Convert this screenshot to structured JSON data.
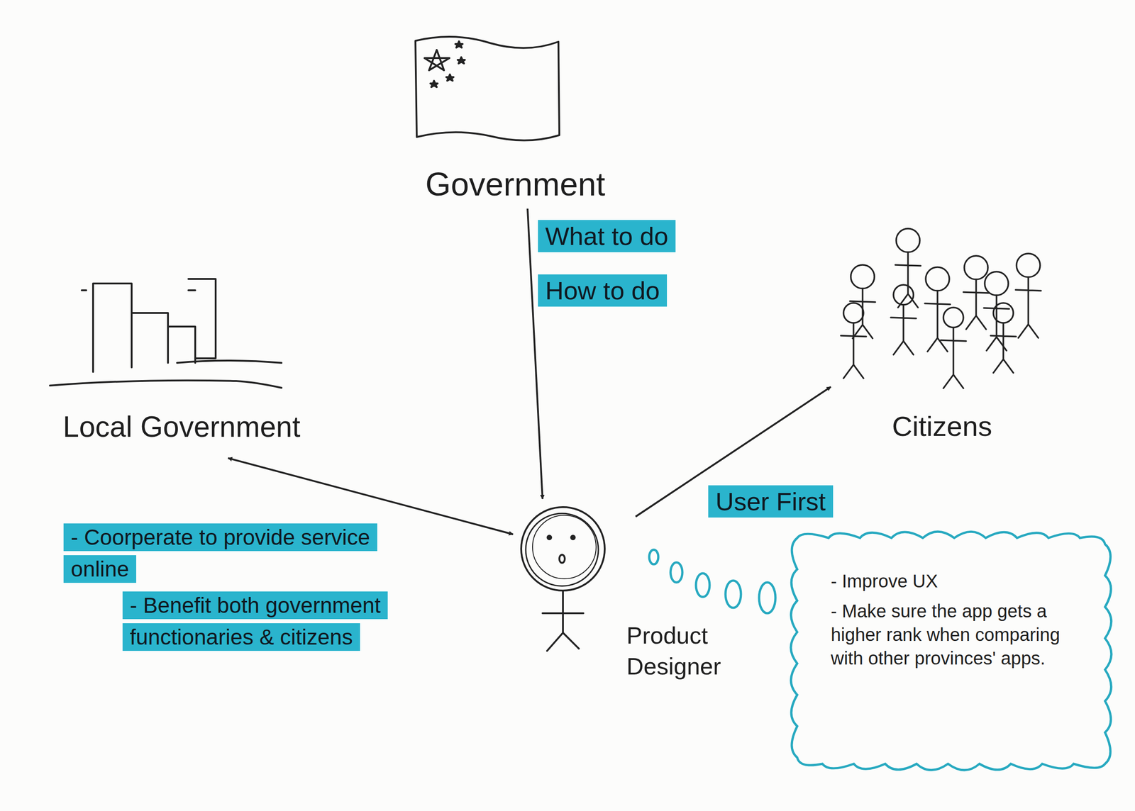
{
  "diagram": {
    "nodes": [
      {
        "text": [
          "Government"
        ]
      },
      {
        "text": [
          "Local Government"
        ]
      },
      {
        "text": [
          "Product Designer"
        ]
      },
      {
        "text": [
          "Citizens"
        ]
      },
      {
        "text": [
          "- Improve UX",
          "- Make sure the app gets a higher rank when comparing with other provinces' apps."
        ]
      }
    ],
    "edges": [
      {
        "from": 0,
        "to": 2,
        "arrow": "to",
        "label": "What to do"
      },
      {
        "from": 1,
        "to": 2,
        "arrow": "both"
      },
      {
        "from": 2,
        "to": 3,
        "arrow": "to",
        "label": "User First"
      }
    ],
    "labels": [
      "How to do",
      "- Coorperate to provide service online",
      "- Benefit both government functionaries & citizens"
    ]
  }
}
